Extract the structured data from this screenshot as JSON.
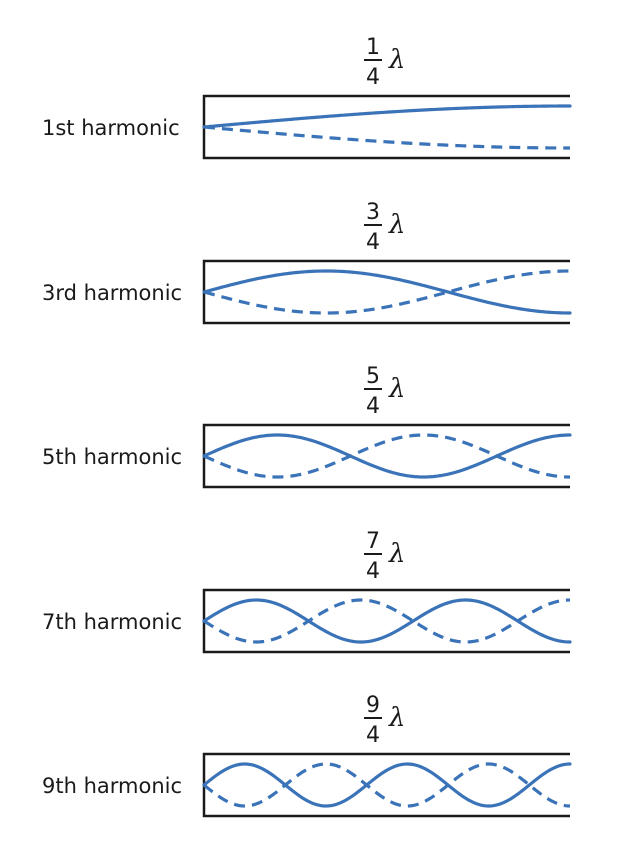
{
  "wavelength_symbol": "λ",
  "colors": {
    "wave": "#3a73b8",
    "tube": "#1a1a1a"
  },
  "harmonics": [
    {
      "label": "1st harmonic",
      "numerator": "1",
      "denominator": "4",
      "quarter_waves": 1
    },
    {
      "label": "3rd harmonic",
      "numerator": "3",
      "denominator": "4",
      "quarter_waves": 3
    },
    {
      "label": "5th harmonic",
      "numerator": "5",
      "denominator": "4",
      "quarter_waves": 5
    },
    {
      "label": "7th harmonic",
      "numerator": "7",
      "denominator": "4",
      "quarter_waves": 7
    },
    {
      "label": "9th harmonic",
      "numerator": "9",
      "denominator": "4",
      "quarter_waves": 9
    }
  ]
}
